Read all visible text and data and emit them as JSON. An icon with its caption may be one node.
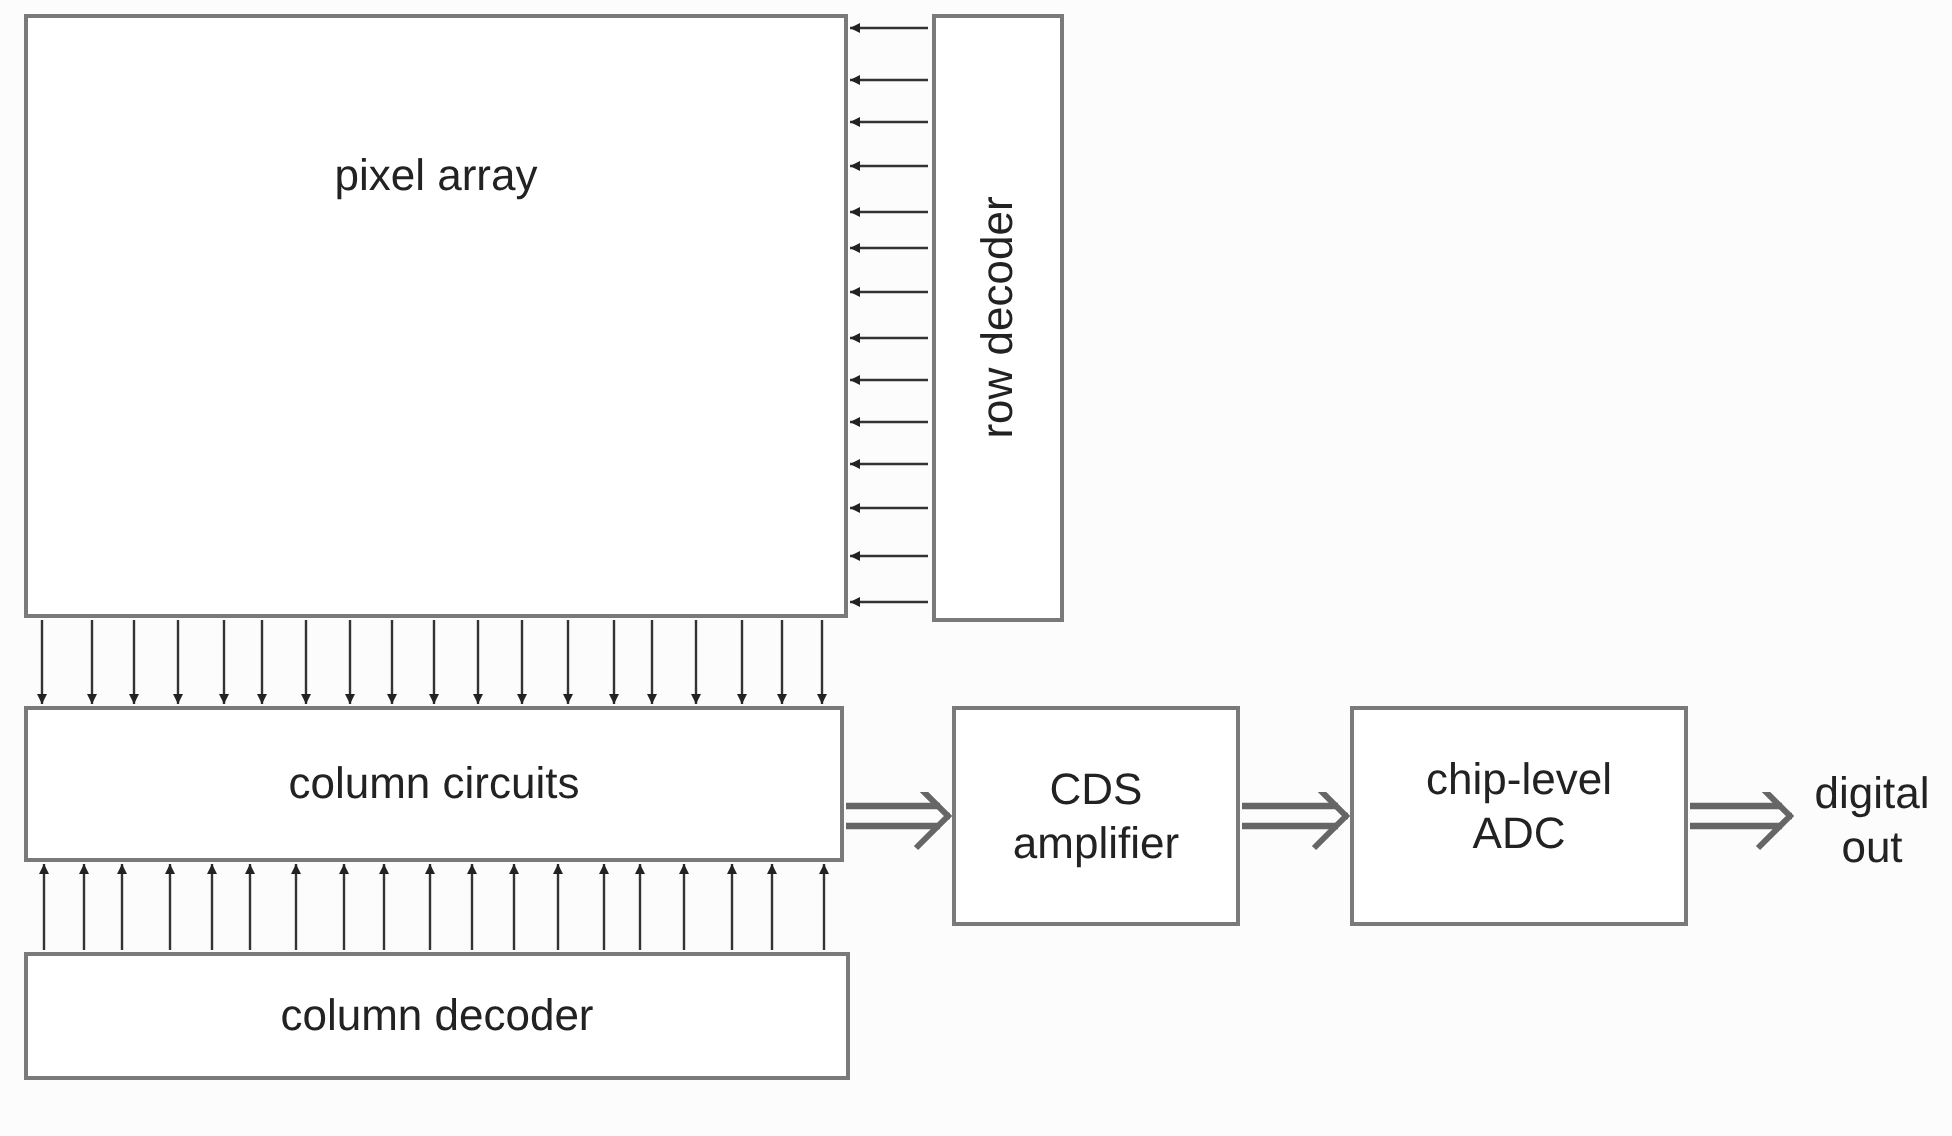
{
  "diagram": {
    "nodes": [
      {
        "text": [
          "pixel array"
        ]
      },
      {
        "text": [
          "row decoder"
        ]
      },
      {
        "text": [
          "column circuits"
        ]
      },
      {
        "text": [
          "column decoder"
        ]
      },
      {
        "text": [
          "CDS amplifier"
        ]
      },
      {
        "text": [
          "chip-level ADC"
        ]
      },
      {
        "text": [
          "digital out"
        ]
      }
    ],
    "edges": [
      {
        "from": 1,
        "to": 0,
        "arrow": "to"
      },
      {
        "from": 1,
        "to": 0,
        "arrow": "to"
      },
      {
        "from": 1,
        "to": 0,
        "arrow": "to"
      },
      {
        "from": 1,
        "to": 0,
        "arrow": "to"
      },
      {
        "from": 1,
        "to": 0,
        "arrow": "to"
      },
      {
        "from": 1,
        "to": 0,
        "arrow": "to"
      },
      {
        "from": 1,
        "to": 0,
        "arrow": "to"
      },
      {
        "from": 1,
        "to": 0,
        "arrow": "to"
      },
      {
        "from": 1,
        "to": 0,
        "arrow": "to"
      },
      {
        "from": 1,
        "to": 0,
        "arrow": "to"
      },
      {
        "from": 1,
        "to": 0,
        "arrow": "to"
      },
      {
        "from": 1,
        "to": 0,
        "arrow": "to"
      },
      {
        "from": 1,
        "to": 0,
        "arrow": "to"
      },
      {
        "from": 1,
        "to": 0,
        "arrow": "to"
      },
      {
        "from": 0,
        "to": 2,
        "arrow": "to"
      },
      {
        "from": 0,
        "to": 2,
        "arrow": "to"
      },
      {
        "from": 0,
        "to": 2,
        "arrow": "to"
      },
      {
        "from": 0,
        "to": 2,
        "arrow": "to"
      },
      {
        "from": 0,
        "to": 2,
        "arrow": "to"
      },
      {
        "from": 0,
        "to": 2,
        "arrow": "to"
      },
      {
        "from": 0,
        "to": 2,
        "arrow": "to"
      },
      {
        "from": 0,
        "to": 2,
        "arrow": "to"
      },
      {
        "from": 0,
        "to": 2,
        "arrow": "to"
      },
      {
        "from": 0,
        "to": 2,
        "arrow": "to"
      },
      {
        "from": 0,
        "to": 2,
        "arrow": "to"
      },
      {
        "from": 0,
        "to": 2,
        "arrow": "to"
      },
      {
        "from": 0,
        "to": 2,
        "arrow": "to"
      },
      {
        "from": 0,
        "to": 2,
        "arrow": "to"
      },
      {
        "from": 0,
        "to": 2,
        "arrow": "to"
      },
      {
        "from": 0,
        "to": 2,
        "arrow": "to"
      },
      {
        "from": 0,
        "to": 2,
        "arrow": "to"
      },
      {
        "from": 0,
        "to": 2,
        "arrow": "to"
      },
      {
        "from": 0,
        "to": 2,
        "arrow": "to"
      },
      {
        "from": 3,
        "to": 2,
        "arrow": "to"
      },
      {
        "from": 3,
        "to": 2,
        "arrow": "to"
      },
      {
        "from": 3,
        "to": 2,
        "arrow": "to"
      },
      {
        "from": 3,
        "to": 2,
        "arrow": "to"
      },
      {
        "from": 3,
        "to": 2,
        "arrow": "to"
      },
      {
        "from": 3,
        "to": 2,
        "arrow": "to"
      },
      {
        "from": 3,
        "to": 2,
        "arrow": "to"
      },
      {
        "from": 3,
        "to": 2,
        "arrow": "to"
      },
      {
        "from": 3,
        "to": 2,
        "arrow": "to"
      },
      {
        "from": 3,
        "to": 2,
        "arrow": "to"
      },
      {
        "from": 3,
        "to": 2,
        "arrow": "to"
      },
      {
        "from": 3,
        "to": 2,
        "arrow": "to"
      },
      {
        "from": 3,
        "to": 2,
        "arrow": "to"
      },
      {
        "from": 3,
        "to": 2,
        "arrow": "to"
      },
      {
        "from": 3,
        "to": 2,
        "arrow": "to"
      },
      {
        "from": 3,
        "to": 2,
        "arrow": "to"
      },
      {
        "from": 3,
        "to": 2,
        "arrow": "to"
      },
      {
        "from": 3,
        "to": 2,
        "arrow": "to"
      },
      {
        "from": 3,
        "to": 2,
        "arrow": "to"
      },
      {
        "from": 2,
        "to": 4,
        "arrow": "to",
        "style": "thick"
      },
      {
        "from": 4,
        "to": 5,
        "arrow": "to",
        "style": "thick"
      },
      {
        "from": 5,
        "to": 6,
        "arrow": "to",
        "style": "thick"
      }
    ]
  }
}
